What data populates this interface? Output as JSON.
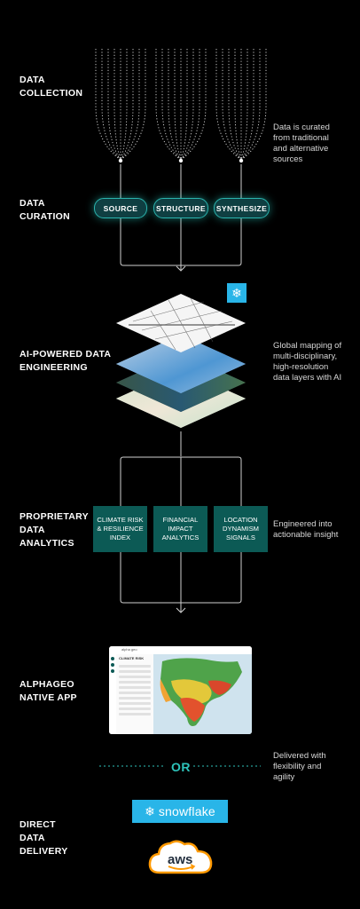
{
  "stages": [
    {
      "id": "collection",
      "label": "DATA\nCOLLECTION"
    },
    {
      "id": "curation",
      "label": "DATA\nCURATION"
    },
    {
      "id": "engineering",
      "label": "AI-POWERED DATA\nENGINEERING"
    },
    {
      "id": "analytics",
      "label": "PROPRIETARY\nDATA\nANALYTICS"
    },
    {
      "id": "app",
      "label": "ALPHAGEO\nNATIVE APP"
    },
    {
      "id": "delivery",
      "label": "DIRECT\nDATA\nDELIVERY"
    }
  ],
  "notes": {
    "collection": "Data is curated\nfrom traditional\nand alternative\nsources",
    "engineering": "Global mapping of\nmulti-disciplinary,\nhigh-resolution\ndata layers with AI",
    "analytics": "Engineered into\nactionable insight",
    "delivery": "Delivered with\nflexibility and\nagility"
  },
  "curation_pills": [
    "SOURCE",
    "STRUCTURE",
    "SYNTHESIZE"
  ],
  "analytics_boxes": [
    "CLIMATE RISK\n& RESILIENCE\nINDEX",
    "FINANCIAL\nIMPACT\nANALYTICS",
    "LOCATION\nDYNAMISM\nSIGNALS"
  ],
  "or_label": "OR",
  "app_screen": {
    "title": "alpha geo",
    "panel_title": "CLIMATE RISK"
  },
  "logos": {
    "snowflake": "snowflake",
    "aws": "aws"
  },
  "icons": {
    "snowflake_badge": "snowflake-icon",
    "aws_smile": "aws-smile-icon"
  },
  "colors": {
    "accent": "#2ec4bb",
    "box": "#0c5a55",
    "pill": "#0f3f42",
    "snowflake": "#29b5e8",
    "aws_orange": "#f90"
  }
}
